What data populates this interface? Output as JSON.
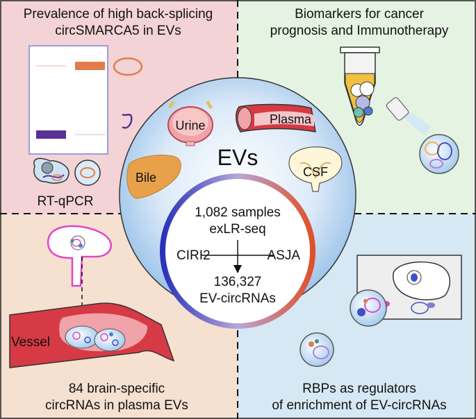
{
  "quadrants": {
    "top_left": {
      "title_line1": "Prevalence of high back-splicing",
      "title_line2": "circSMARCA5 in EVs",
      "method_label": "RT-qPCR",
      "color": "#f3d3d6"
    },
    "top_right": {
      "title_line1": "Biomarkers for cancer",
      "title_line2": "prognosis and Immunotherapy",
      "color": "#e5f3e3"
    },
    "bottom_left": {
      "title_line1": "84 brain-specific",
      "title_line2": "circRNAs in plasma EVs",
      "vessel_label": "Vessel",
      "color": "#f6e0d0"
    },
    "bottom_right": {
      "title_line1": "RBPs as regulators",
      "title_line2": "of enrichment of EV-circRNAs",
      "color": "#d6e8f3"
    }
  },
  "center": {
    "title": "EVs",
    "sources": {
      "urine": "Urine",
      "plasma": "Plasma",
      "bile": "Bile",
      "csf": "CSF"
    },
    "pipeline": {
      "samples": "1,082 samples",
      "method": "exLR-seq",
      "tool_left": "CIRI2",
      "tool_right": "ASJA",
      "count": "136,327",
      "result": "EV-circRNAs"
    }
  }
}
